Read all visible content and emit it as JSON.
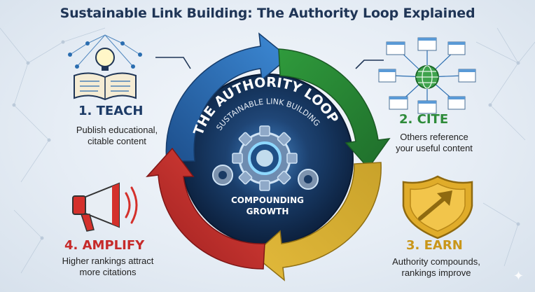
{
  "title": "Sustainable Link Building: The Authority Loop Explained",
  "center": {
    "heading": "THE AUTHORITY LOOP:",
    "subheading": "SUSTAINABLE LINK BUILDING",
    "footer_line1": "COMPOUNDING",
    "footer_line2": "GROWTH"
  },
  "steps": [
    {
      "label": "1. TEACH",
      "line1": "Publish educational,",
      "line2": "citable content",
      "color": "#1c3a66"
    },
    {
      "label": "2. CITE",
      "line1": "Others reference",
      "line2": "your useful content",
      "color": "#2e8b3a"
    },
    {
      "label": "3. EARN",
      "line1": "Authority compounds,",
      "line2": "rankings improve",
      "color": "#c9961a"
    },
    {
      "label": "4. AMPLIFY",
      "line1": "Higher rankings attract",
      "line2": "more citations",
      "color": "#c62a2a"
    }
  ],
  "icons": {
    "teach": "book-lightbulb-icon",
    "cite": "globe-network-icon",
    "earn": "shield-arrow-icon",
    "amplify": "megaphone-icon",
    "center": "gears-icon"
  }
}
